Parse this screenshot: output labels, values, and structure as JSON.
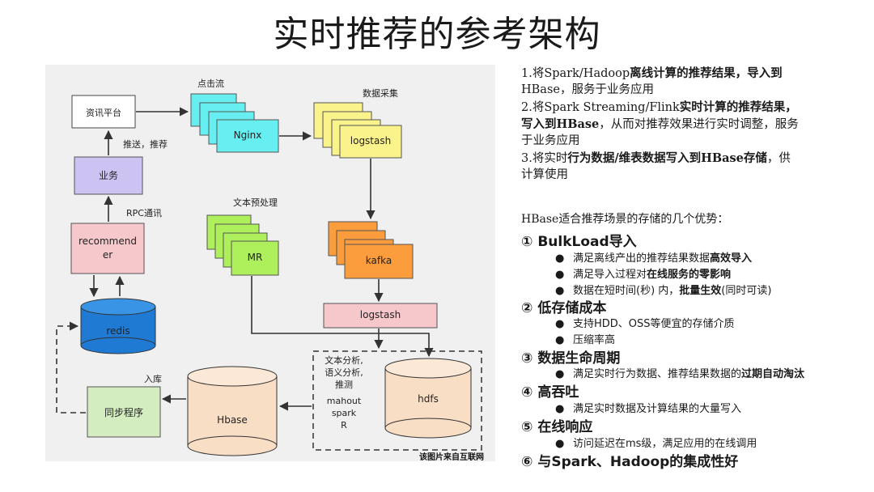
{
  "page": {
    "title": "实时推荐的参考架构"
  },
  "diagram": {
    "nodes": {
      "info_platform": "资讯平台",
      "business": "业务",
      "recommender_l1": "recommend",
      "recommender_l2": "er",
      "redis": "redis",
      "sync": "同步程序",
      "hbase": "Hbase",
      "nginx": "Nginx",
      "logstash_top": "logstash",
      "mr": "MR",
      "kafka": "kafka",
      "logstash_mid": "logstash",
      "hdfs": "hdfs"
    },
    "labels": {
      "clickstream": "点击流",
      "data_collection": "数据采集",
      "push_recommend": "推送，推荐",
      "rpc": "RPC通讯",
      "text_preprocess": "文本预处理",
      "ingest": "入库",
      "analysis_1": "文本分析,",
      "analysis_2": "语义分析,",
      "analysis_3": "推测",
      "mahout": "mahout",
      "spark": "spark",
      "r": "R",
      "watermark": "该图片来自互联网"
    }
  },
  "notes": {
    "l1a": "1.将Spark/Hadoop",
    "l1b": "离线计算的推荐结果",
    "l1c": "，导入到",
    "l2": "HBase，服务于业务应用",
    "l3a": "2.将Spark Streaming/Flink",
    "l3b": "实时计算的推荐结果，",
    "l4a": "写入到HBase",
    "l4b": "，从而对推荐效果进行实时调整，服务",
    "l5": "于业务应用",
    "l6a": "3.将实时",
    "l6b": "行为数据/维表数据写入到HBase存储",
    "l6c": "，供",
    "l7": "计算使用"
  },
  "advantages": {
    "intro": "HBase适合推荐场景的存储的几个优势：",
    "items": [
      {
        "num": "①",
        "title": "BulkLoad导入",
        "bullets": [
          {
            "pre": "满足离线产出的推荐结果数据",
            "bold": "高效导入",
            "post": ""
          },
          {
            "pre": "满足导入过程对",
            "bold": "在线服务的零影响",
            "post": ""
          },
          {
            "pre": "数据在短时间(秒) 内，",
            "bold": "批量生效",
            "post": "(同时可读)"
          }
        ]
      },
      {
        "num": "②",
        "title": "低存储成本",
        "bullets": [
          {
            "pre": "支持HDD、OSS等便宜的存储介质",
            "bold": "",
            "post": ""
          },
          {
            "pre": "压缩率高",
            "bold": "",
            "post": ""
          }
        ]
      },
      {
        "num": "③",
        "title": "数据生命周期",
        "bullets": [
          {
            "pre": "满足实时行为数据、推荐结果数据的",
            "bold": "过期自动淘汰",
            "post": ""
          }
        ]
      },
      {
        "num": "④",
        "title": "高吞吐",
        "bullets": [
          {
            "pre": "满足实时数据及计算结果的大量写入",
            "bold": "",
            "post": ""
          }
        ]
      },
      {
        "num": "⑤",
        "title": "在线响应",
        "bullets": [
          {
            "pre": "访问延迟在ms级，满足应用的在线调用",
            "bold": "",
            "post": ""
          }
        ]
      },
      {
        "num": "⑥",
        "title": "与Spark、Hadoop的集成性好",
        "bullets": []
      }
    ]
  }
}
